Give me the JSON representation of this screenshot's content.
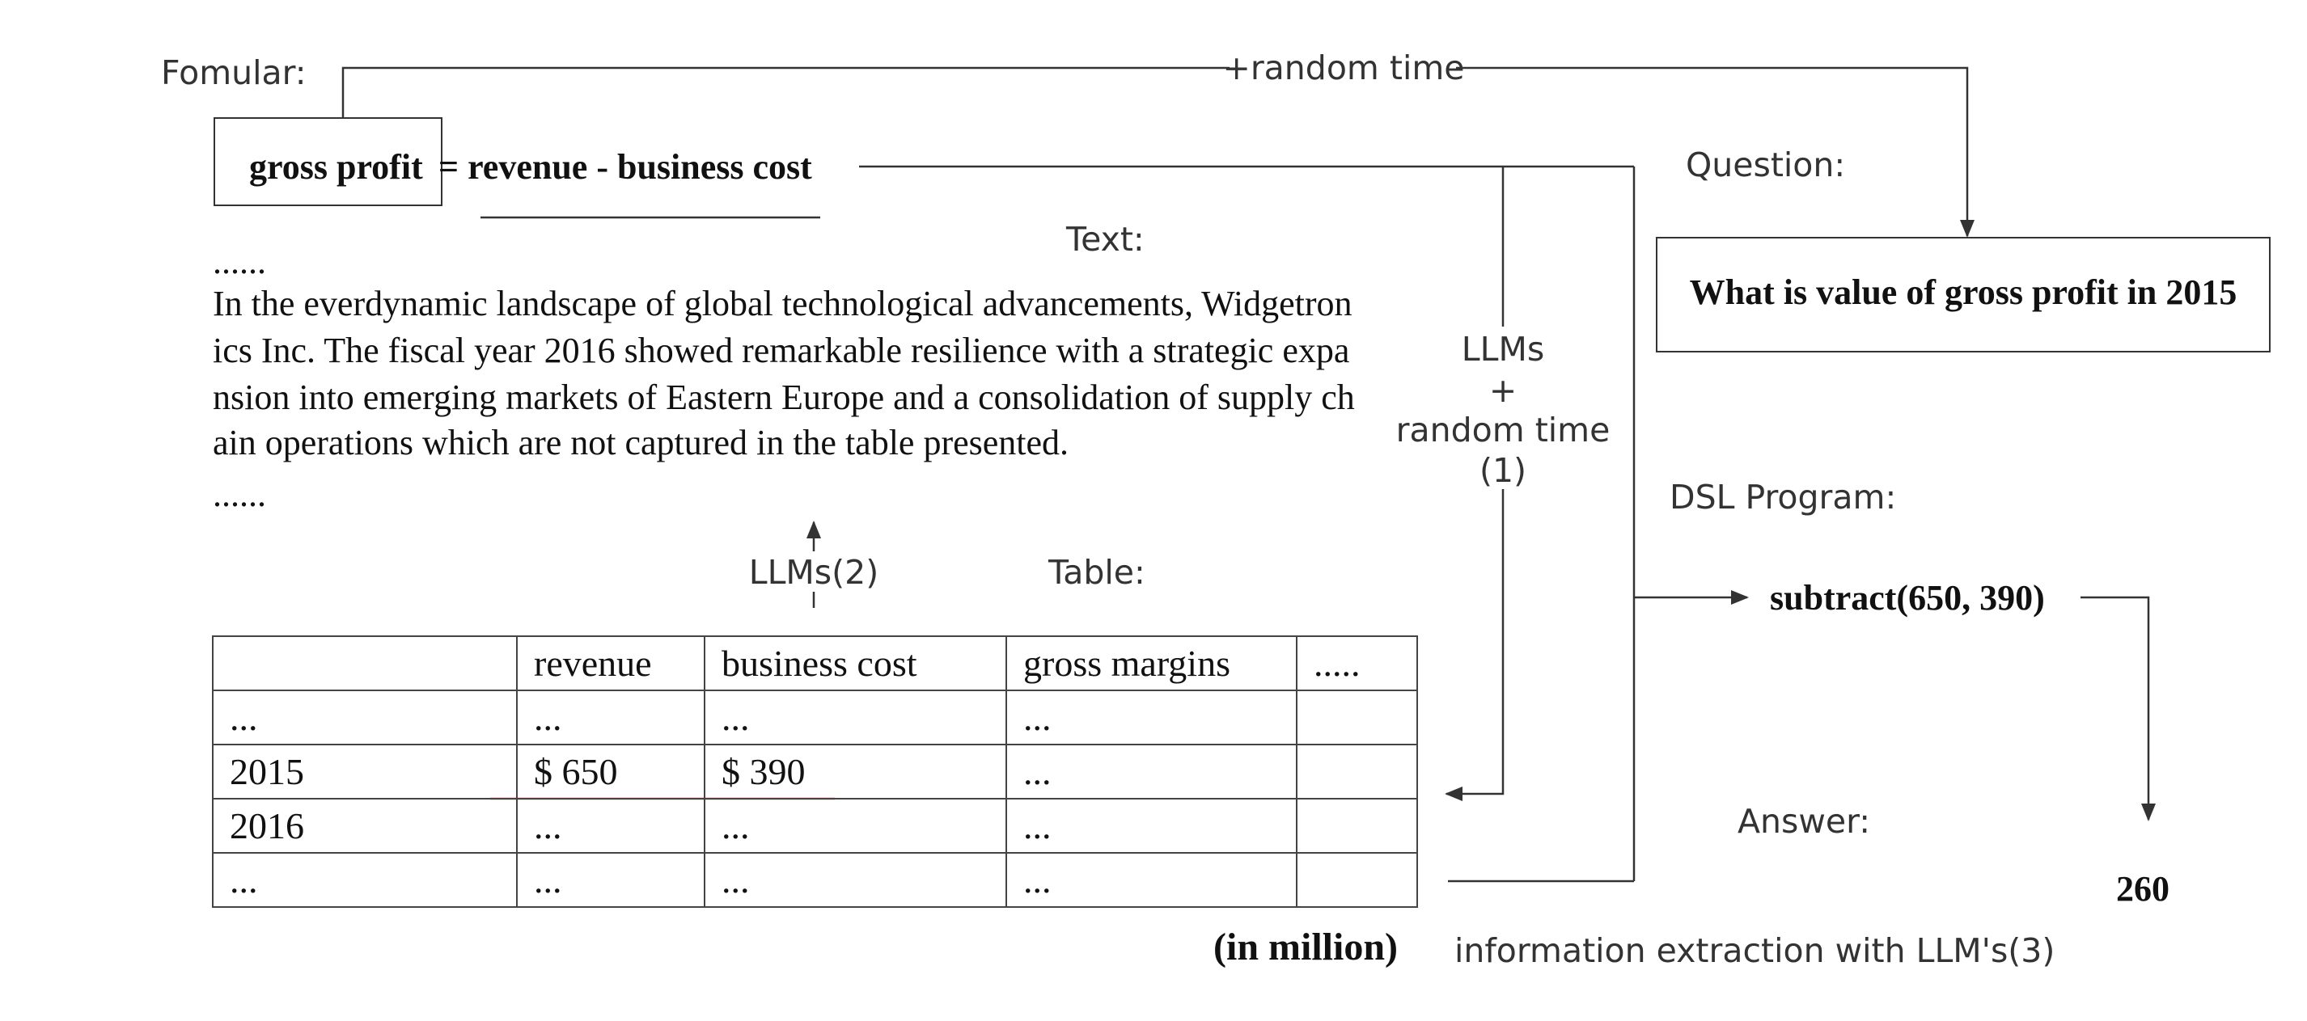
{
  "labels": {
    "formula": "Fomular:",
    "random_time_top": "+random time",
    "question": "Question:",
    "text": "Text:",
    "llms_1_line1": "LLMs",
    "llms_1_line2": "+",
    "llms_1_line3": "random time",
    "llms_1_line4": "(1)",
    "dsl_program": "DSL Program:",
    "llms_2": "LLMs(2)",
    "table": "Table:",
    "answer": "Answer:",
    "info_extraction": "information extraction with LLM's(3)",
    "unit": "(in million)"
  },
  "formula": {
    "lhs": "gross profit",
    "rhs": "= revenue - business cost"
  },
  "question_text": "What is value of gross profit in 2015",
  "text_passage": {
    "ellipsis_top": "......",
    "lines": [
      "In the everdynamic landscape of global technological advancements, Widgetron",
      "ics Inc. The fiscal year 2016 showed remarkable resilience with a strategic expa",
      "nsion into emerging markets of Eastern Europe and a consolidation of supply ch",
      "ain operations which are not captured in the table presented."
    ],
    "ellipsis_bottom": "......"
  },
  "table": {
    "headers": [
      "",
      "revenue",
      "business cost",
      "gross margins",
      "....."
    ],
    "rows": [
      [
        "...",
        "...",
        "...",
        "...",
        ""
      ],
      [
        "2015",
        "$ 650",
        "$ 390",
        "...",
        ""
      ],
      [
        "2016",
        "...",
        "...",
        "...",
        ""
      ],
      [
        "...",
        "...",
        "...",
        "...",
        ""
      ]
    ]
  },
  "dsl_program_text": "subtract(650, 390)",
  "answer_value": "260",
  "colors": {
    "line": "#333333",
    "highlight": "#e05555"
  }
}
